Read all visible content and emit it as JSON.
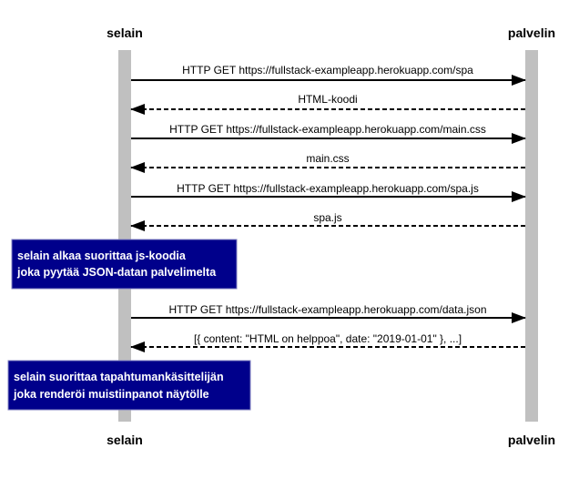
{
  "actors": {
    "left": "selain",
    "right": "palvelin"
  },
  "messages": [
    {
      "label": "HTTP GET https://fullstack-exampleapp.herokuapp.com/spa",
      "direction": "right",
      "style": "solid"
    },
    {
      "label": "HTML-koodi",
      "direction": "left",
      "style": "dashed"
    },
    {
      "label": "HTTP GET https://fullstack-exampleapp.herokuapp.com/main.css",
      "direction": "right",
      "style": "solid"
    },
    {
      "label": "main.css",
      "direction": "left",
      "style": "dashed"
    },
    {
      "label": "HTTP GET https://fullstack-exampleapp.herokuapp.com/spa.js",
      "direction": "right",
      "style": "solid"
    },
    {
      "label": "spa.js",
      "direction": "left",
      "style": "dashed"
    },
    {
      "label": "HTTP GET https://fullstack-exampleapp.herokuapp.com/data.json",
      "direction": "right",
      "style": "solid"
    },
    {
      "label": "[{ content: \"HTML on helppoa\", date: \"2019-01-01\" }, ...]",
      "direction": "left",
      "style": "dashed"
    }
  ],
  "notes": [
    {
      "lines": [
        "selain alkaa suorittaa js-koodia",
        "joka pyytää JSON-datan palvelimelta"
      ]
    },
    {
      "lines": [
        "selain suorittaa tapahtumankäsittelijän",
        "joka renderöi muistiinpanot näytölle"
      ]
    }
  ],
  "colors": {
    "lifeline": "#c0c0c0",
    "note_fill": "#00008b",
    "note_border": "#8080c0",
    "note_text": "#ffffff",
    "arrow": "#000000"
  }
}
